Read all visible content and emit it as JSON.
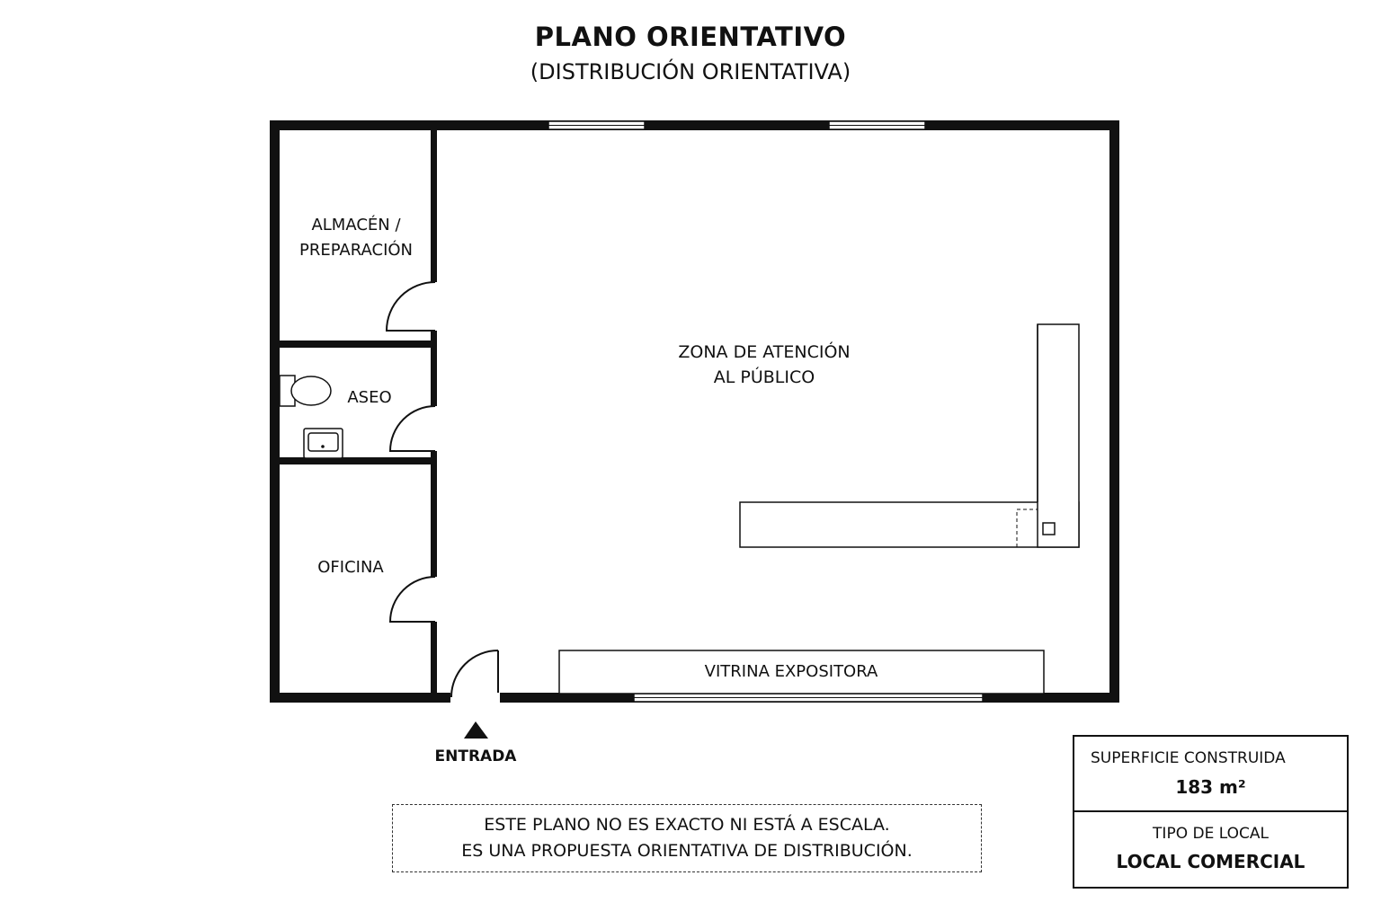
{
  "header": {
    "title": "PLANO ORIENTATIVO",
    "subtitle": "(DISTRIBUCIÓN ORIENTATIVA)"
  },
  "rooms": {
    "storage": "ALMACÉN /\nPREPARACIÓN",
    "toilet": "ASEO",
    "office": "OFICINA",
    "public_area": "ZONA DE ATENCIÓN\nAL PÚBLICO",
    "display_case": "VITRINA EXPOSITORA",
    "entrance": "ENTRADA"
  },
  "notice": {
    "line1": "ESTE PLANO NO ES EXACTO NI ESTÁ A ESCALA.",
    "line2": "ES UNA PROPUESTA ORIENTATIVA DE DISTRIBUCIÓN."
  },
  "info_box": {
    "area_label": "SUPERFICIE CONSTRUIDA",
    "area_value": "183 m²",
    "type_label": "TIPO DE LOCAL",
    "type_value": "LOCAL COMERCIAL"
  },
  "colors": {
    "wall": "#111111",
    "background": "#ffffff"
  }
}
